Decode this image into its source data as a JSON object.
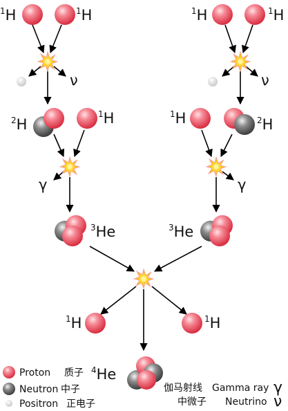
{
  "nuclides": {
    "h1_sym": "H",
    "h1_mass": "1",
    "h2_sym": "H",
    "h2_mass": "2",
    "he3_sym": "He",
    "he3_mass": "3",
    "he4_sym": "He",
    "he4_mass": "4"
  },
  "emissions": {
    "neutrino": "ν",
    "gamma": "γ"
  },
  "legend": {
    "proton": "Proton",
    "proton_zh": "质子",
    "neutron": "Neutron",
    "neutron_zh": "中子",
    "positron": "Positron",
    "positron_zh": "正电子",
    "gamma_zh": "伽马射线",
    "gamma_en": "Gamma ray",
    "gamma_symbol": "γ",
    "neutrino_zh": "中微子",
    "neutrino_en": "Neutrino",
    "neutrino_symbol": "ν"
  },
  "colors": {
    "proton": "#e8485a",
    "neutron": "#6b6b6b",
    "positron": "#e0e0e0",
    "flash": "#ffd21f"
  }
}
